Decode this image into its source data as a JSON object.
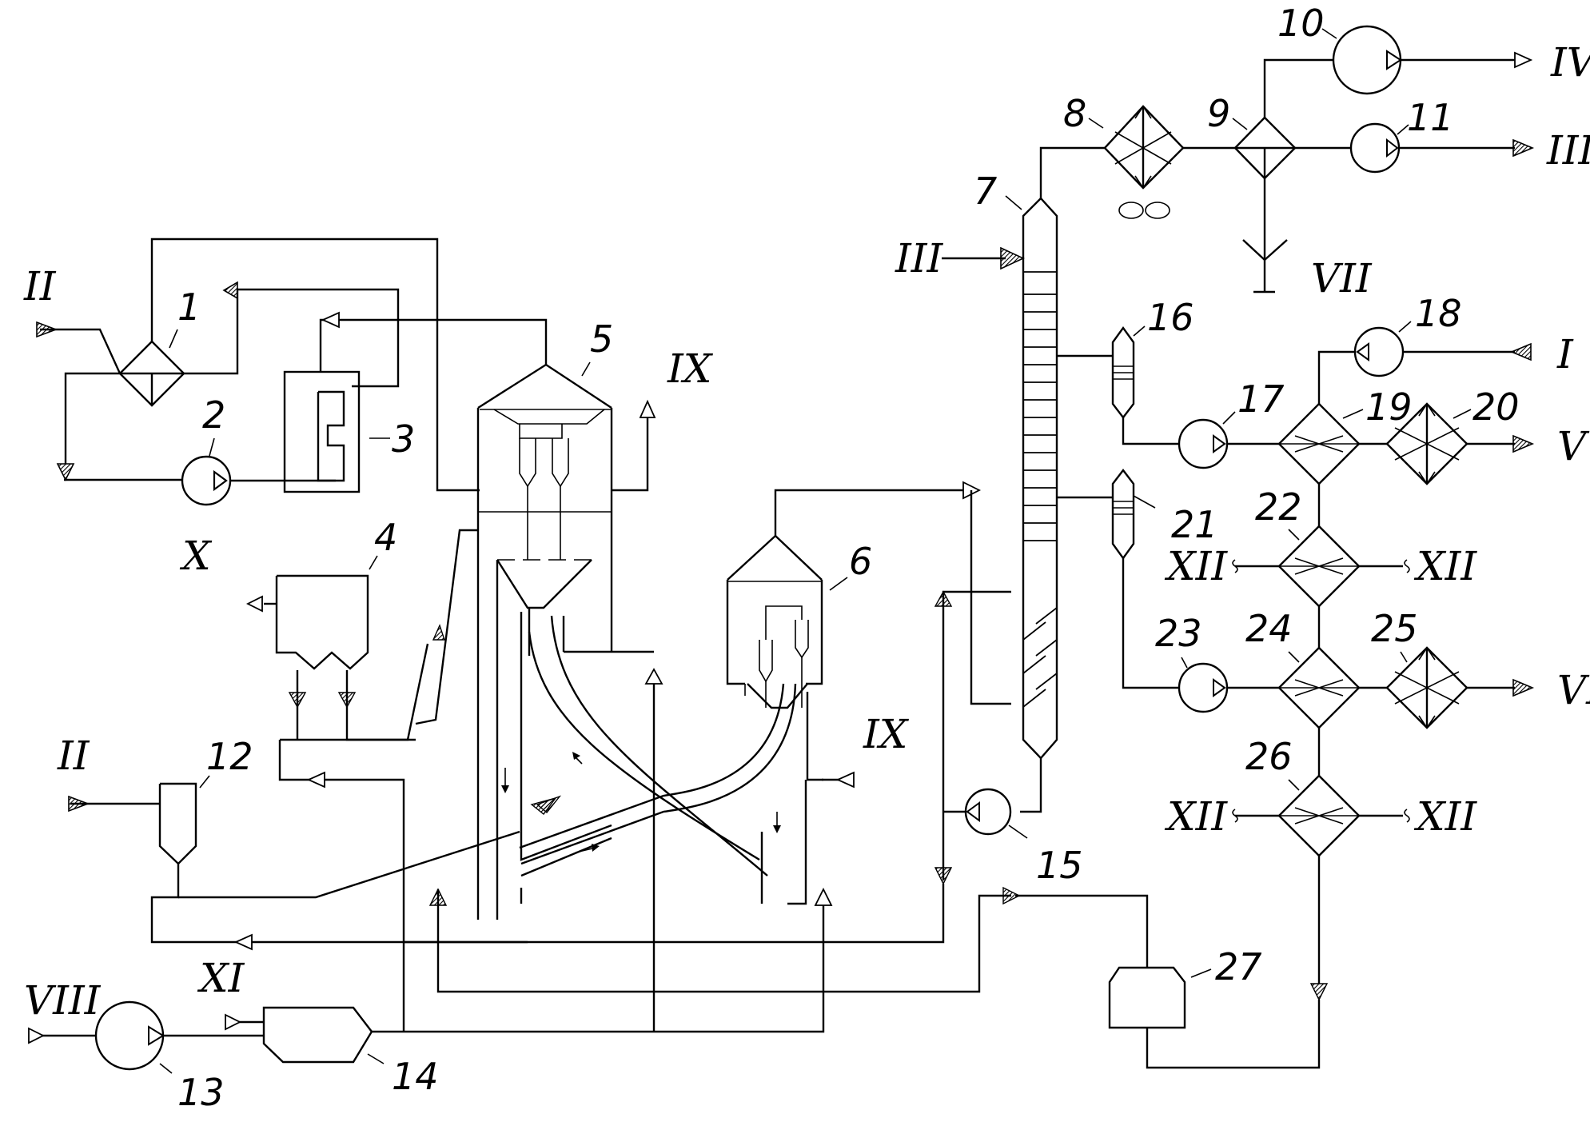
{
  "equipment_labels": {
    "e1": "1",
    "e2": "2",
    "e3": "3",
    "e4": "4",
    "e5": "5",
    "e6": "6",
    "e7": "7",
    "e8": "8",
    "e9": "9",
    "e10": "10",
    "e11": "11",
    "e12": "12",
    "e13": "13",
    "e14": "14",
    "e15": "15",
    "e16": "16",
    "e17": "17",
    "e18": "18",
    "e19": "19",
    "e20": "20",
    "e21": "21",
    "e22": "22",
    "e23": "23",
    "e24": "24",
    "e25": "25",
    "e26": "26",
    "e27": "27"
  },
  "stream_labels": {
    "s_ii_a": "II",
    "s_ii_b": "II",
    "s_iii_in": "III",
    "s_iii_out": "III",
    "s_iv": "IV",
    "s_v": "V",
    "s_vi": "VI",
    "s_vii": "VII",
    "s_viii": "VIII",
    "s_ix_a": "IX",
    "s_ix_b": "IX",
    "s_x": "X",
    "s_xi": "XI",
    "s_i": "I",
    "s_xii_a": "XII",
    "s_xii_b": "XII",
    "s_xii_c": "XII",
    "s_xii_d": "XII"
  }
}
